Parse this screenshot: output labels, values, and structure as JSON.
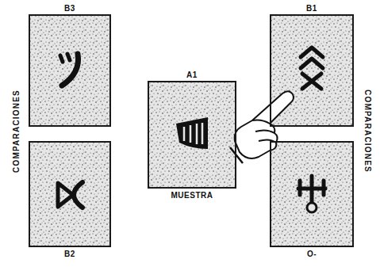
{
  "diagram": {
    "nodes": [
      {
        "text": [
          "B3"
        ]
      },
      {
        "text": [
          "B2"
        ]
      },
      {
        "text": [
          "A1",
          "MUESTRA"
        ]
      },
      {
        "text": [
          "B1"
        ]
      },
      {
        "text": [
          "O-"
        ]
      }
    ],
    "labels": [
      "COMPARACIONES",
      "COMPARACIONES"
    ]
  }
}
